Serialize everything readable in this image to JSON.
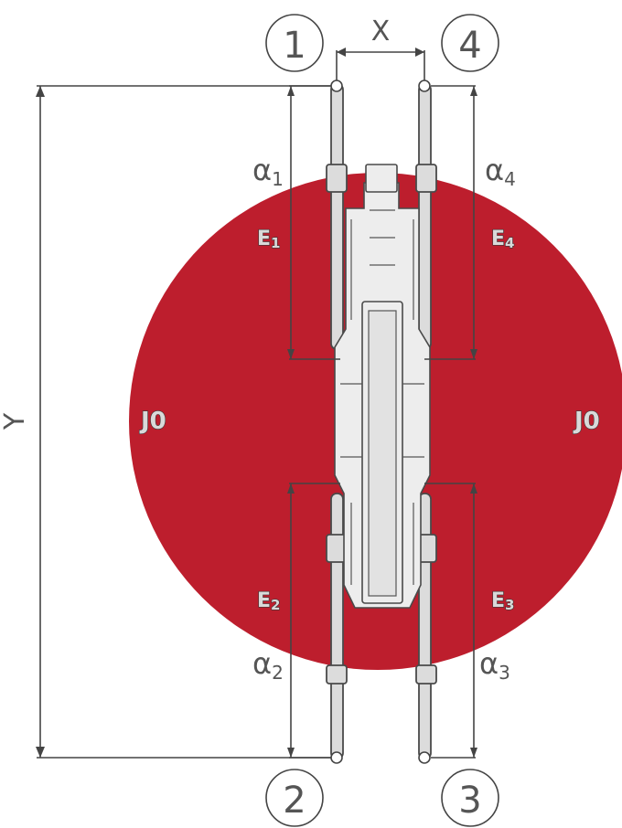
{
  "colors": {
    "zone": "#bd1e2d",
    "line": "#444444",
    "text": "#555555"
  },
  "support_numbers": {
    "s1": "1",
    "s2": "2",
    "s3": "3",
    "s4": "4"
  },
  "dimensions": {
    "x": "X",
    "y": "Y"
  },
  "angles": {
    "a1": "α",
    "a1_sub": "1",
    "a2": "α",
    "a2_sub": "2",
    "a3": "α",
    "a3_sub": "3",
    "a4": "α",
    "a4_sub": "4"
  },
  "extensions": {
    "e1": "E",
    "e1_sub": "1",
    "e2": "E",
    "e2_sub": "2",
    "e3": "E",
    "e3_sub": "3",
    "e4": "E",
    "e4_sub": "4"
  },
  "zone_labels": {
    "left": "J0",
    "right": "J0"
  }
}
